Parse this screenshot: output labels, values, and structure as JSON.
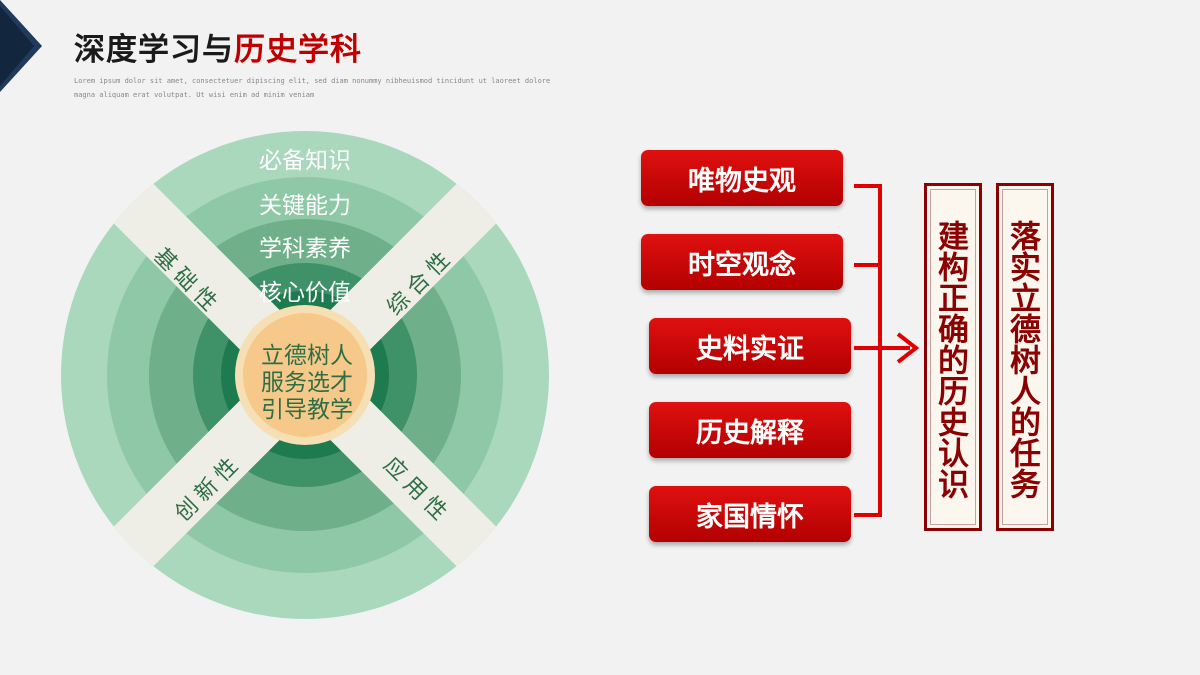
{
  "title": {
    "part1": "深度学习与",
    "part2": "历史学科"
  },
  "subtitle": "Lorem ipsum dolor sit amet, consectetuer dipiscing elit, sed diam nonummy nibheuismod tincidunt ut laoreet dolore magna aliquam erat volutpat. Ut wisi enim ad minim veniam",
  "wheel": {
    "rings": [
      "必备知识",
      "关键能力",
      "学科素养",
      "核心价值"
    ],
    "center": [
      "立德树人",
      "服务选才",
      "引导教学"
    ],
    "bands": {
      "top_left": "基础性",
      "top_right": "综合性",
      "bottom_right": "应用性",
      "bottom_left": "创新性"
    }
  },
  "core_items": [
    "唯物史观",
    "时空观念",
    "史料实证",
    "历史解释",
    "家国情怀"
  ],
  "outcomes": {
    "first": "建构正确的历史认识",
    "second": "落实立德树人的任务"
  },
  "colors": {
    "red": "#c00000",
    "dark_red": "#8b0000",
    "ring_outer": "#a9d8bd",
    "ring_2": "#8ec8a6",
    "ring_3": "#6fb08b",
    "ring_4": "#3f9167",
    "ring_inner": "#1e7a4f",
    "center_fill": "#f6c98a",
    "band": "#efeee6"
  }
}
